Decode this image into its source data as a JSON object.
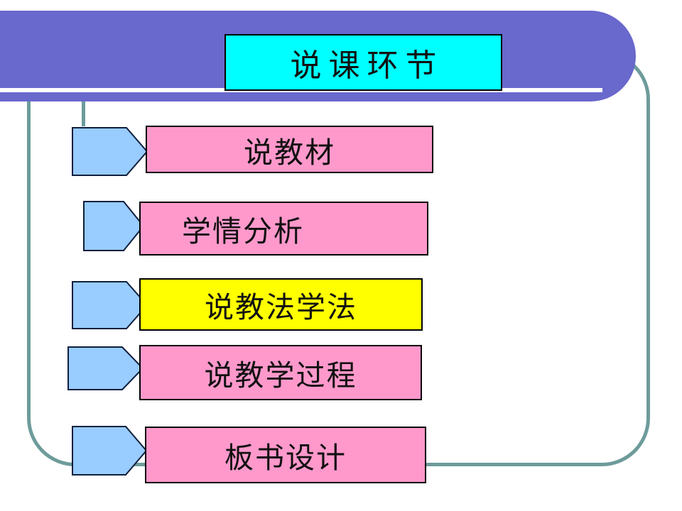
{
  "slide": {
    "background_color": "#FFFFFF",
    "band_color": "#6968CC",
    "band_underline_color": "#FFFFFF",
    "frame_outline_color": "#6E9B9B"
  },
  "title": {
    "text": "说课环节",
    "bg": "#00FFFF",
    "border_color": "#000000",
    "text_color": "#000000"
  },
  "arrow_icon": {
    "name": "pentagon-right-arrow",
    "fill": "#99CCFF",
    "stroke": "#0F1F3D"
  },
  "rows": [
    {
      "label": "说教材",
      "bg": "#FF99CC"
    },
    {
      "label": "学情分析",
      "bg": "#FF99CC"
    },
    {
      "label": "说教法学法",
      "bg": "#FFFF00"
    },
    {
      "label": "说教学过程",
      "bg": "#FF99CC"
    },
    {
      "label": "板书设计",
      "bg": "#FF99CC"
    }
  ]
}
